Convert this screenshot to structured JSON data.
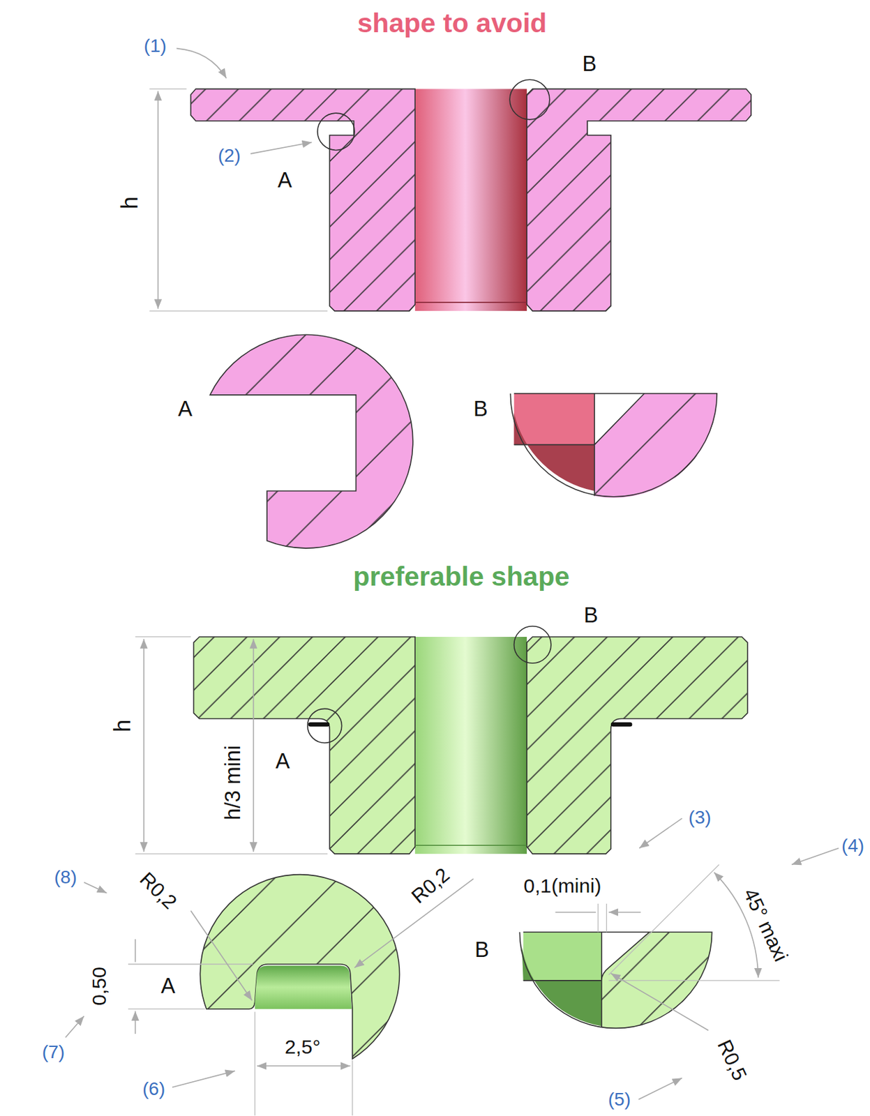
{
  "diagram": {
    "labels": [
      "shape to avoid",
      "(1)",
      "B",
      "(2)",
      "A",
      "h",
      "A",
      "B",
      "preferable shape",
      "B",
      "h",
      "h/3 mini",
      "A",
      "(3)",
      "(4)",
      "(8)",
      "R0,2",
      "R0,2",
      "0,1(mini)",
      "45° maxi",
      "0,50",
      "A",
      "B",
      "(7)",
      "2,5°",
      "(6)",
      "R0,5",
      "(5)"
    ]
  }
}
